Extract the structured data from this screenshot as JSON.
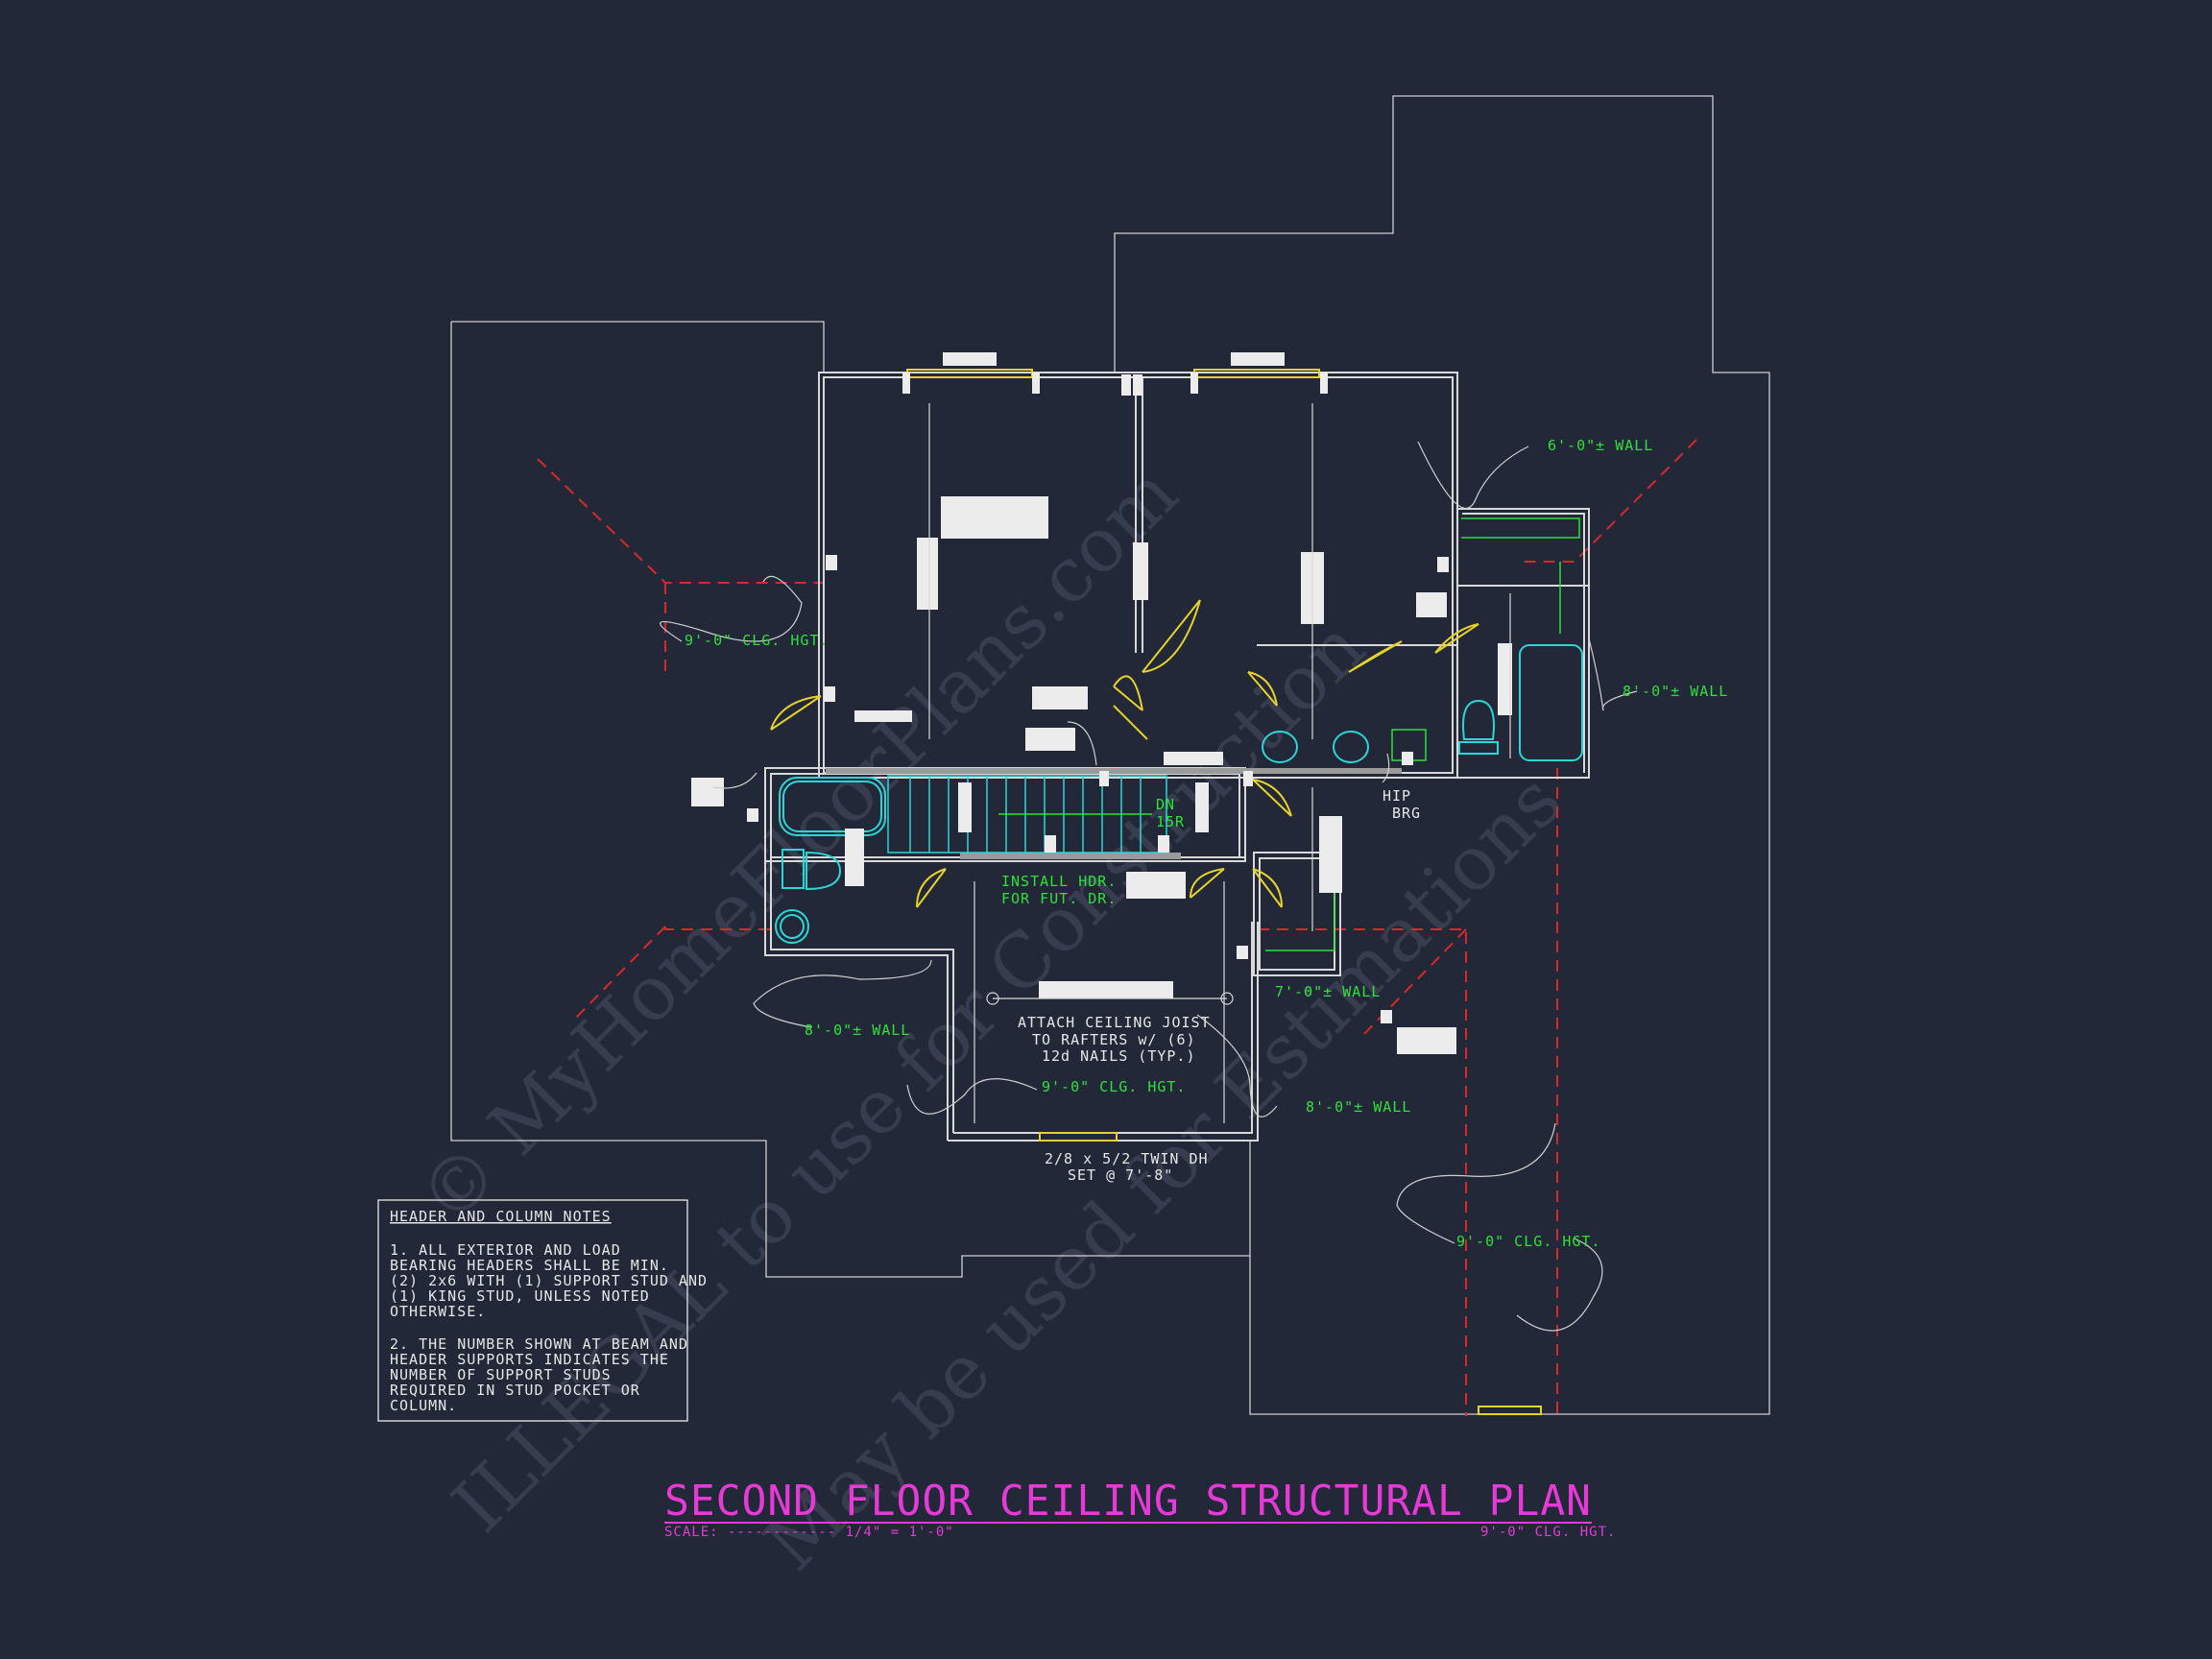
{
  "watermark": {
    "line1": "© MyHomeFloorPlans.com",
    "line2": "ILLEGAL to use for Construction",
    "line3": "May be used for Estimations"
  },
  "title": {
    "main": "SECOND FLOOR CEILING STRUCTURAL PLAN",
    "scale_label": "SCALE: ------------ 1/4\" = 1'-0\"",
    "scale_right": "9'-0\" CLG. HGT."
  },
  "notes": {
    "heading": "HEADER AND COLUMN NOTES",
    "note1_lines": [
      "1. ALL EXTERIOR AND LOAD",
      "BEARING HEADERS SHALL BE MIN.",
      "(2) 2x6 WITH (1) SUPPORT STUD AND",
      "(1) KING STUD, UNLESS NOTED",
      "OTHERWISE."
    ],
    "note2_lines": [
      "2. THE NUMBER SHOWN AT BEAM AND",
      "HEADER SUPPORTS INDICATES THE",
      "NUMBER OF SUPPORT STUDS",
      "REQUIRED IN STUD POCKET OR",
      "COLUMN."
    ]
  },
  "labels": {
    "clg_hgt_left": "9'-0\" CLG. HGT.",
    "clg_hgt_center": "9'-0\" CLG. HGT.",
    "clg_hgt_lower_right": "9'-0\" CLG. HGT.",
    "wall_6": "6'-0\"± WALL",
    "wall_8_right": "8'-0\"± WALL",
    "wall_8_left": "8'-0\"± WALL",
    "wall_7": "7'-0\"± WALL",
    "wall_8_lower": "8'-0\"± WALL",
    "stair_dn": "DN",
    "stair_risers": "15R",
    "install_hdr_1": "INSTALL HDR.",
    "install_hdr_2": "FOR FUT. DR.",
    "attach_1": "ATTACH CEILING JOIST",
    "attach_2": "TO RAFTERS w/ (6)",
    "attach_3": "12d NAILS (TYP.)",
    "window_1": "2/8 x 5/2 TWIN DH",
    "window_2": "SET @ 7'-8\"",
    "hip_1": "HIP",
    "hip_2": "BRG"
  },
  "colors": {
    "background": "#232838",
    "linework": "#d8d8d8",
    "annotation": "#2fe03a",
    "title": "#e53ad6",
    "hip_lines": "#d42a2a",
    "fixtures": "#2bd6d6",
    "doors": "#e6d22a"
  }
}
